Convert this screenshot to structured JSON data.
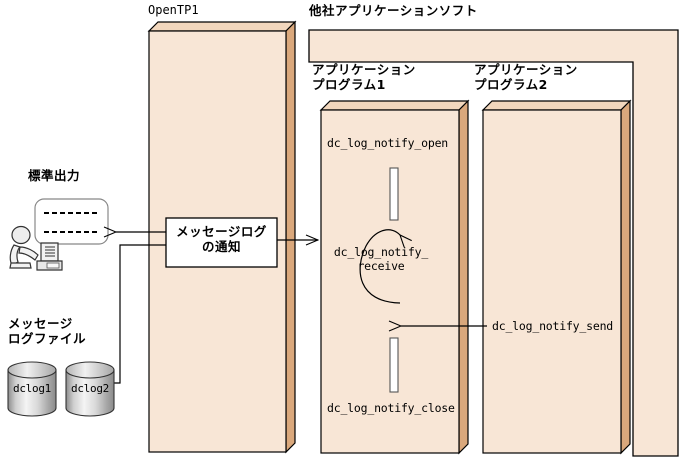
{
  "diagram": {
    "title_opentp1": "OpenTP1",
    "title_thirdparty": "他社アプリケーションソフト",
    "app_program_1": "アプリケーション\nプログラム1",
    "app_program_2": "アプリケーション\nプログラム2",
    "stdout_label": "標準出力",
    "msg_log_file_label": "メッセージ\nログファイル",
    "notify_box": "メッセージログ\nの通知",
    "calls": {
      "open": "dc_log_notify_open",
      "receive": "dc_log_notify_\nreceive",
      "receive_line1": "dc_log_notify_",
      "receive_line2": "receive",
      "close": "dc_log_notify_close",
      "send": "dc_log_notify_send"
    },
    "cylinders": [
      {
        "name": "dclog1"
      },
      {
        "name": "dclog2"
      }
    ],
    "colors": {
      "box_fill": "#f8e6d6",
      "box_side": "#daa87c",
      "box_top": "#f2d7bd",
      "outline": "#000000",
      "cylinder_light": "#f2f2f2",
      "cylinder_dark": "#9a9a9a",
      "white": "#ffffff"
    }
  }
}
